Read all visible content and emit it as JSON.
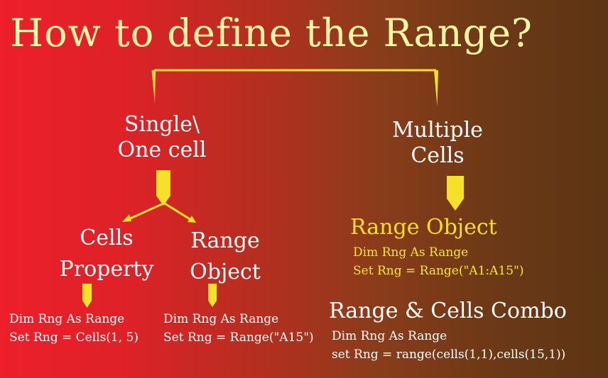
{
  "title": "How to define the Range?",
  "single": {
    "line1": "Single\\",
    "line2": "One cell"
  },
  "multiple": {
    "line1": "Multiple",
    "line2": "Cells"
  },
  "cells_property": {
    "line1": "Cells",
    "line2": "Property",
    "code1": "Dim Rng As Range",
    "code2": "Set Rng = Cells(1, 5)"
  },
  "range_object_single": {
    "line1": "Range",
    "line2": "Object",
    "code1": "Dim Rng As Range",
    "code2": "Set Rng = Range(\"A15\")"
  },
  "range_object_multi": {
    "label": "Range Object",
    "code1": "Dim Rng As Range",
    "code2": "Set Rng = Range(\"A1:A15\")"
  },
  "combo": {
    "label": "Range & Cells Combo",
    "code1": "Dim Rng As Range",
    "code2": "set Rng = range(cells(1,1),cells(15,1))"
  },
  "colors": {
    "yellow": "#f5e12a",
    "title": "#fdf7a6",
    "text": "#ffffff"
  }
}
